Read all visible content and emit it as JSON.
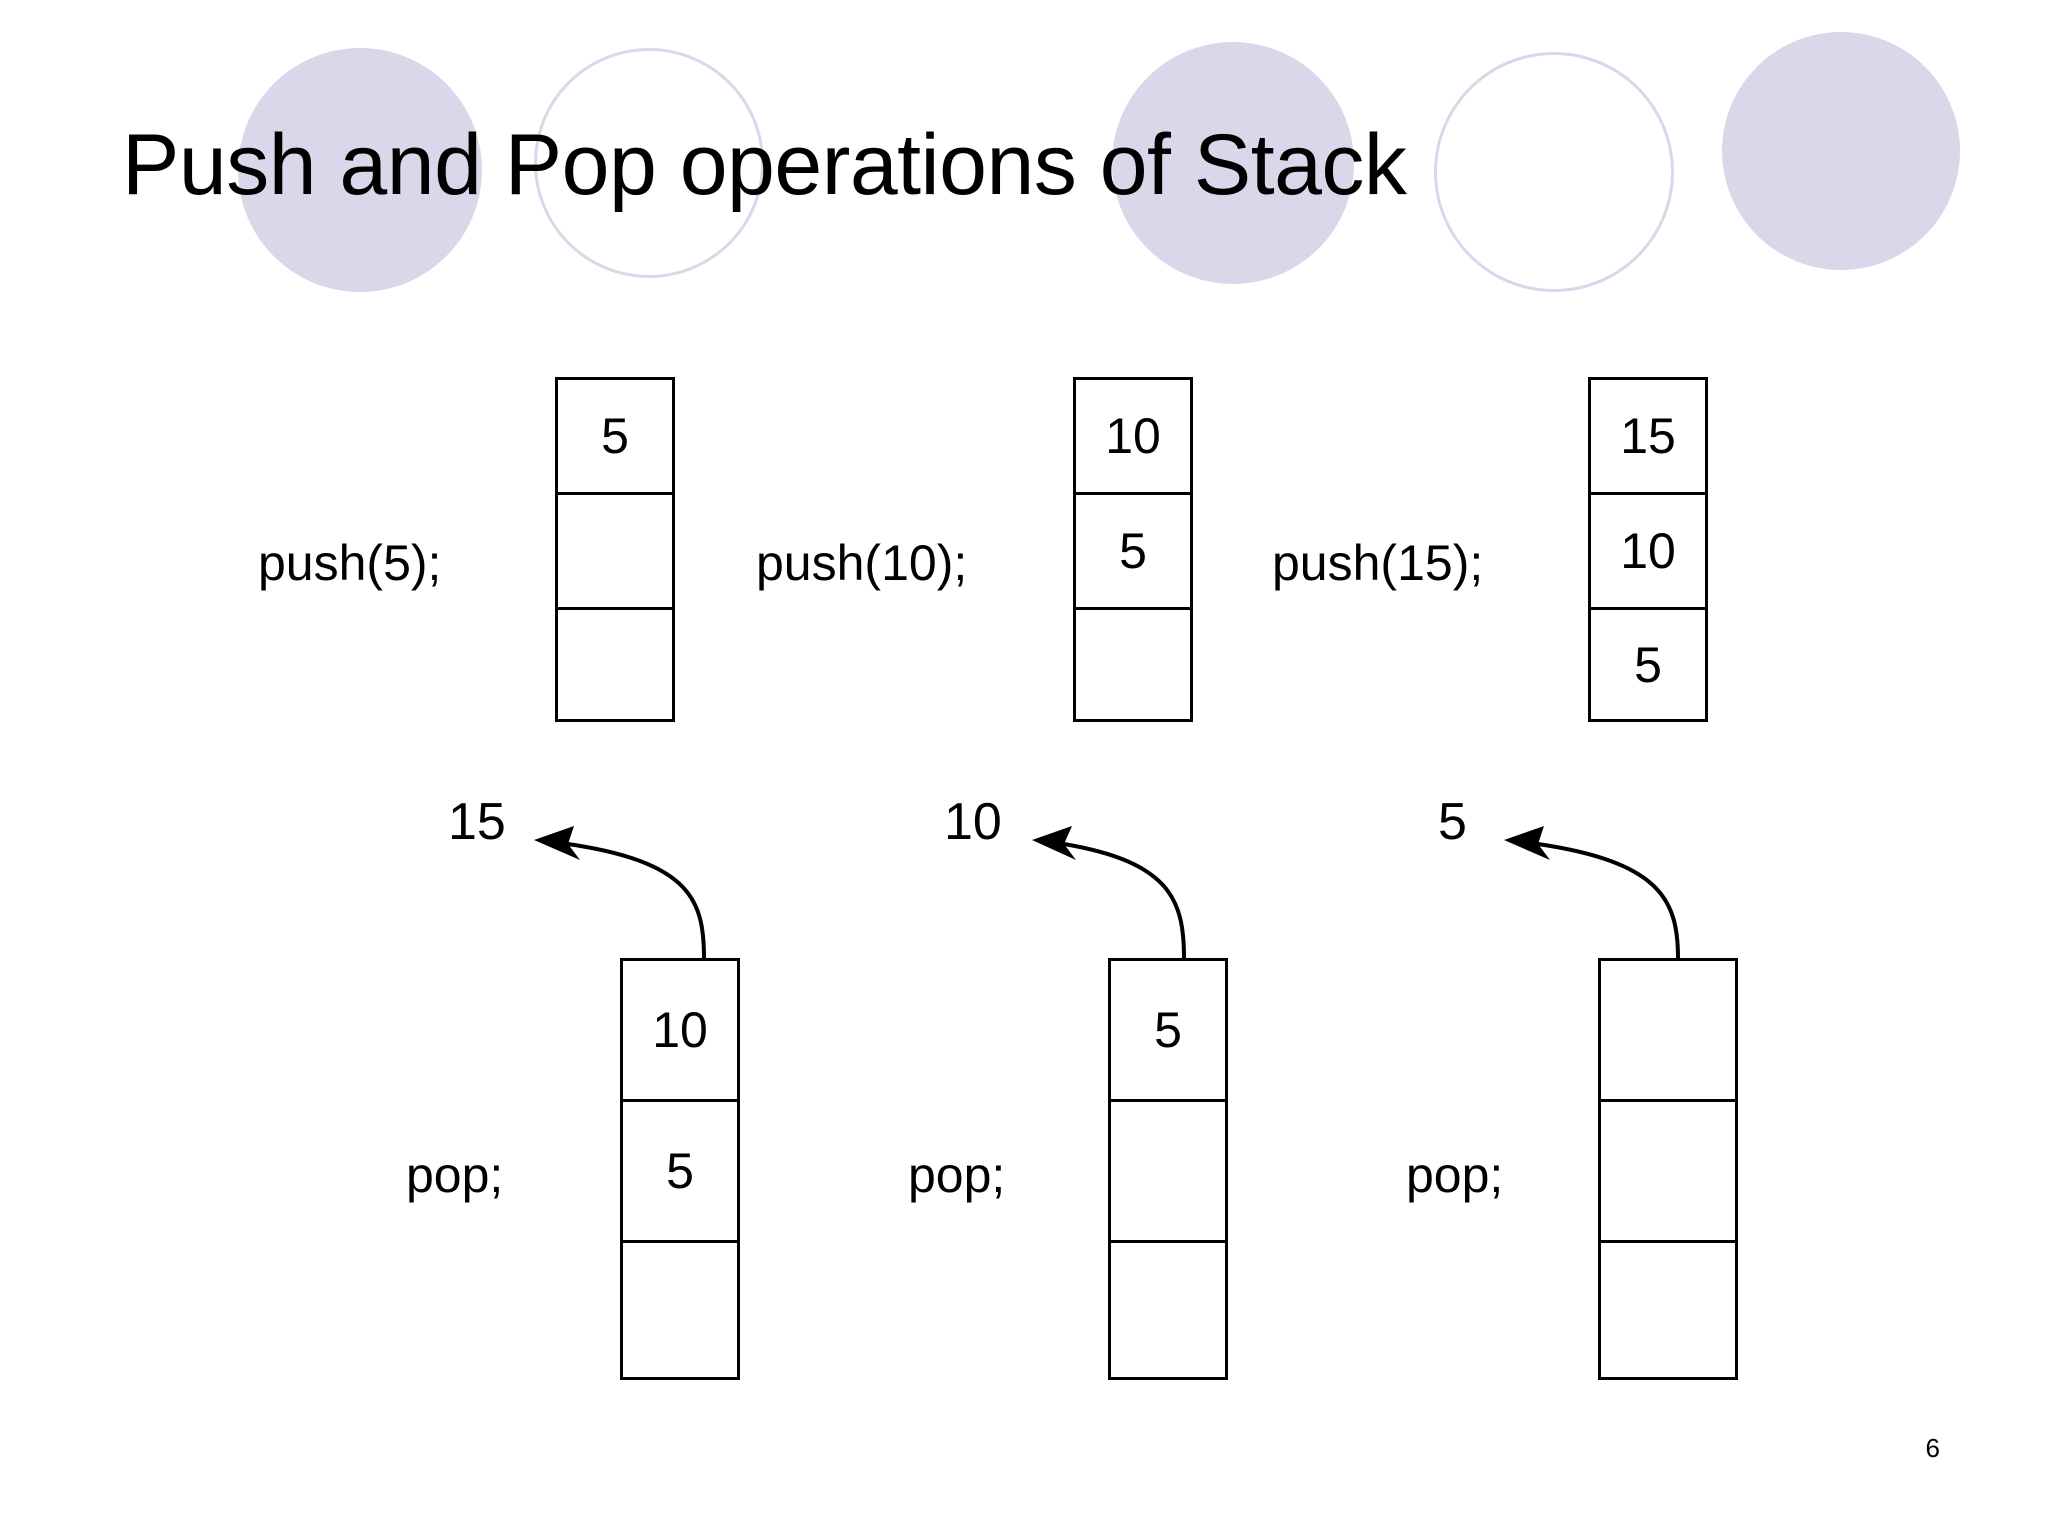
{
  "slide": {
    "title": "Push and Pop operations of Stack",
    "page_number": "6",
    "background_color": "#ffffff",
    "accent_color": "#d9d7e9",
    "line_color": "#000000"
  },
  "decorations": {
    "circles": [
      {
        "name": "circle-1",
        "style": "filled"
      },
      {
        "name": "circle-2",
        "style": "outlined"
      },
      {
        "name": "circle-3",
        "style": "filled"
      },
      {
        "name": "circle-4",
        "style": "outlined"
      },
      {
        "name": "circle-5",
        "style": "filled"
      }
    ]
  },
  "push_row": {
    "steps": [
      {
        "label": "push(5);",
        "cells": [
          "5",
          "",
          ""
        ]
      },
      {
        "label": "push(10);",
        "cells": [
          "10",
          "5",
          ""
        ]
      },
      {
        "label": "push(15);",
        "cells": [
          "15",
          "10",
          "5"
        ]
      }
    ]
  },
  "pop_row": {
    "steps": [
      {
        "label": "pop;",
        "popped": "15",
        "cells": [
          "10",
          "5",
          ""
        ]
      },
      {
        "label": "pop;",
        "popped": "10",
        "cells": [
          "5",
          "",
          ""
        ]
      },
      {
        "label": "pop;",
        "popped": "5",
        "cells": [
          "",
          "",
          ""
        ]
      }
    ]
  }
}
